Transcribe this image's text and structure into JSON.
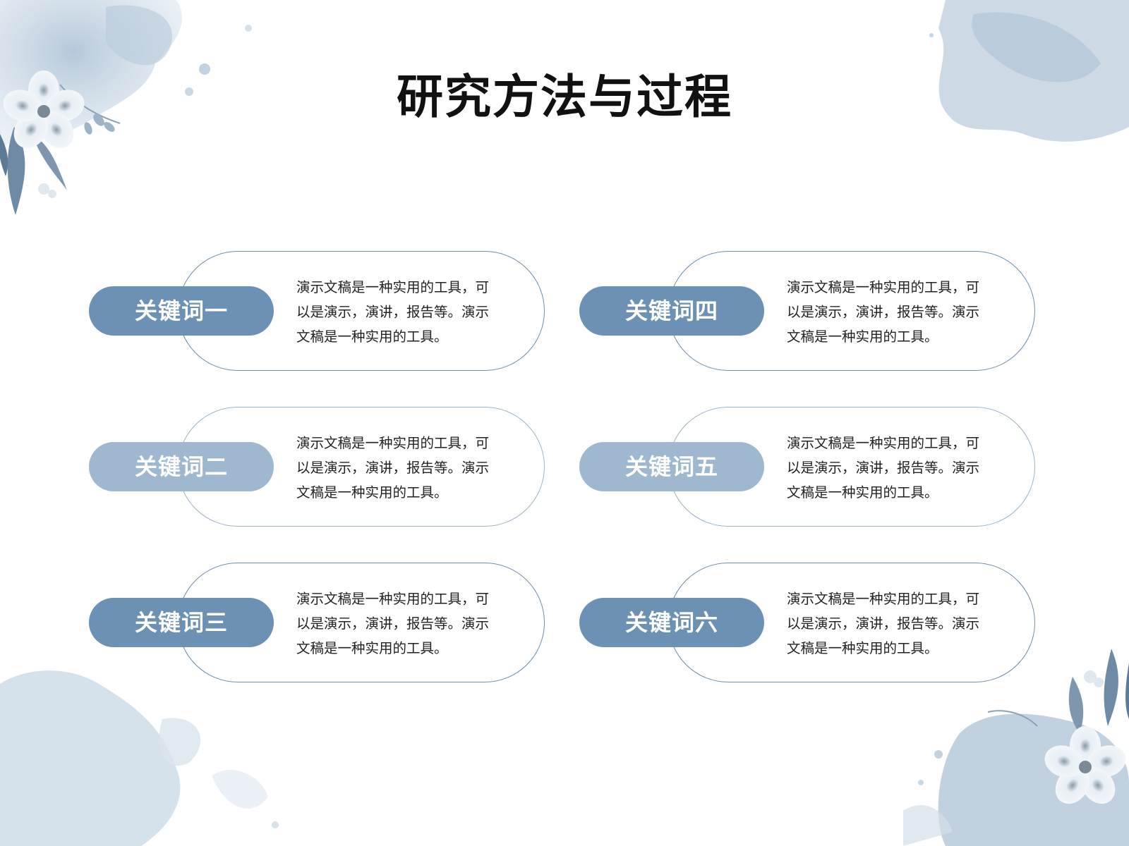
{
  "slide": {
    "title": "研究方法与过程",
    "accent_color": "#6d91b4",
    "accent_light_color": "#9fb8d0",
    "decorations": [
      "watercolor-flower-icon",
      "watercolor-splash-icon",
      "leaf-icon"
    ],
    "cards": [
      {
        "keyword": "关键词一",
        "lines": [
          "演示文稿是一种实用的工具，可",
          "以是演示，演讲，报告等。演示",
          "文稿是一种实用的工具。"
        ]
      },
      {
        "keyword": "关键词二",
        "lines": [
          "演示文稿是一种实用的工具，可",
          "以是演示，演讲，报告等。演示",
          "文稿是一种实用的工具。"
        ]
      },
      {
        "keyword": "关键词三",
        "lines": [
          "演示文稿是一种实用的工具，可",
          "以是演示，演讲，报告等。演示",
          "文稿是一种实用的工具。"
        ]
      },
      {
        "keyword": "关键词四",
        "lines": [
          "演示文稿是一种实用的工具，可",
          "以是演示，演讲，报告等。演示",
          "文稿是一种实用的工具。"
        ]
      },
      {
        "keyword": "关键词五",
        "lines": [
          "演示文稿是一种实用的工具，可",
          "以是演示，演讲，报告等。演示",
          "文稿是一种实用的工具。"
        ]
      },
      {
        "keyword": "关键词六",
        "lines": [
          "演示文稿是一种实用的工具，可",
          "以是演示，演讲，报告等。演示",
          "文稿是一种实用的工具。"
        ]
      }
    ]
  }
}
